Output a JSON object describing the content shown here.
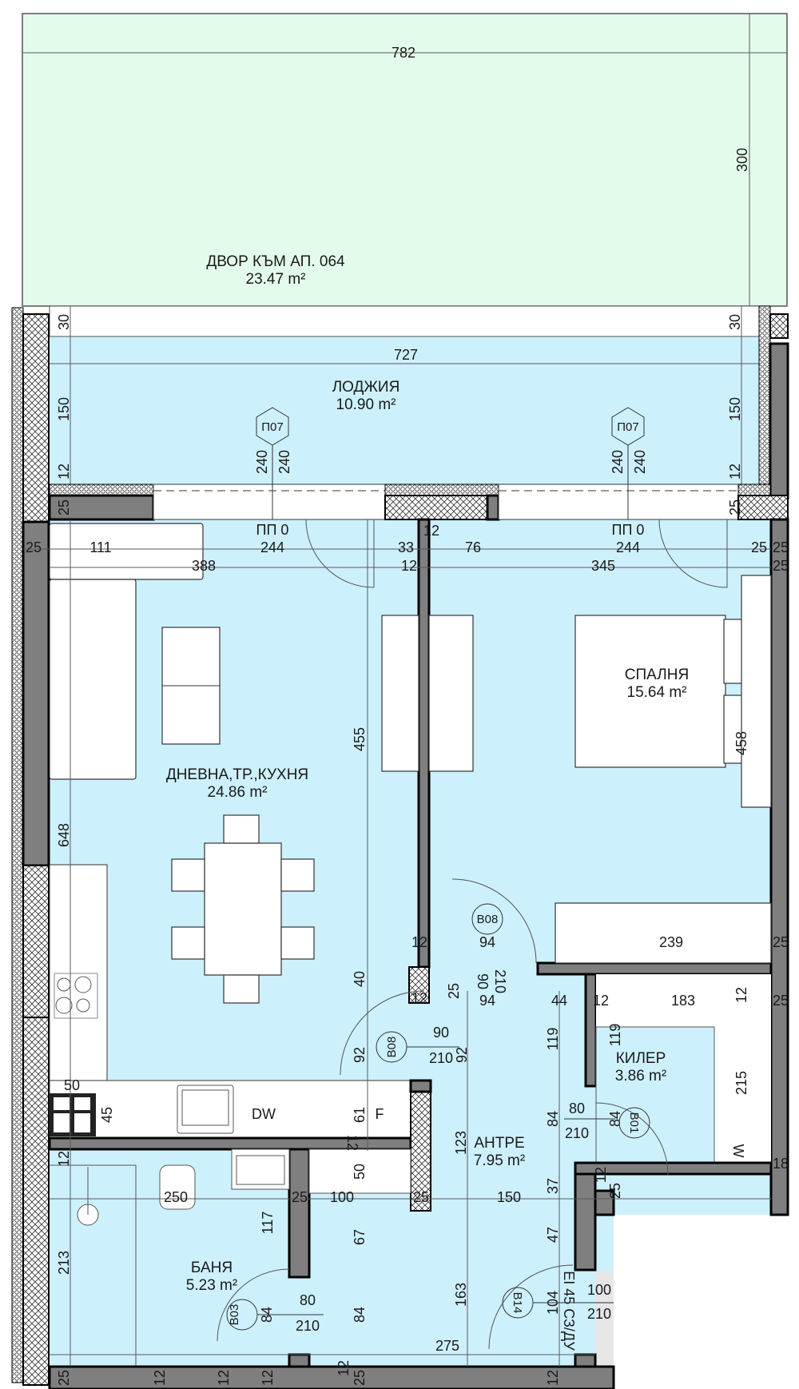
{
  "colors": {
    "room_fill": "#cdf0fd",
    "yard_fill": "#e3fbeb",
    "wall": "#7f7f7f",
    "outline": "#000000",
    "text": "#1a1a1a"
  },
  "rooms": {
    "yard": {
      "name": "ДВОР КЪМ АП. 064",
      "area": "23.47 m²"
    },
    "loggia": {
      "name": "ЛОДЖИЯ",
      "area": "10.90 m²"
    },
    "living": {
      "name": "ДНЕВНА,ТР.,КУХНЯ",
      "area": "24.86 m²"
    },
    "bedroom": {
      "name": "СПАЛНЯ",
      "area": "15.64 m²"
    },
    "storage": {
      "name": "КИЛЕР",
      "area": "3.86 m²"
    },
    "hall": {
      "name": "АНТРЕ",
      "area": "7.95 m²"
    },
    "bath": {
      "name": "БАНЯ",
      "area": "5.23 m²"
    }
  },
  "tags": {
    "window1": "П07",
    "window2": "П07",
    "door_bedroom": "В08",
    "door_living": "В08",
    "door_storage": "В01",
    "door_bath": "В03",
    "door_entry": "В14"
  },
  "labels": {
    "opening1": "ПП 0",
    "opening2": "ПП 0",
    "dishwasher": "DW",
    "fridge": "F",
    "washer": "W",
    "fire_rating": "EI 45 СЗ/ДУ"
  },
  "dims": {
    "yard_w": "782",
    "yard_h": "300",
    "loggia_w": "727",
    "loggia_30a": "30",
    "loggia_30b": "30",
    "loggia_150a": "150",
    "loggia_150b": "150",
    "loggia_12a": "12",
    "loggia_12b": "12",
    "loggia_25a": "25",
    "loggia_25b": "25",
    "win_240a": "240",
    "win_240b": "240",
    "win_240c": "240",
    "win_240d": "240",
    "win_244a": "244",
    "win_244b": "244",
    "d25_left": "25",
    "d111": "111",
    "d388": "388",
    "d33": "33",
    "d12_top": "12",
    "d12_mid": "12",
    "d76": "76",
    "d345": "345",
    "d25_r1": "25",
    "d25_r2": "25",
    "d25_r3": "25",
    "d455": "455",
    "d648": "648",
    "d458": "458",
    "d12_b8a": "12",
    "d94a": "94",
    "d239": "239",
    "d25_r4": "25",
    "d40": "40",
    "d12_b8b": "12",
    "d25_b8": "25",
    "d90_b8": "90",
    "d210_b8": "210",
    "d94b": "94",
    "d44": "44",
    "d12_k": "12",
    "d183": "183",
    "d12_k2": "12",
    "d25_r5": "25",
    "d92a": "92",
    "d90_lv": "90",
    "d210_lv": "210",
    "d92b": "92",
    "d119a": "119",
    "d119b": "119",
    "d215": "215",
    "d50": "50",
    "d45": "45",
    "d61": "61",
    "d12_kit": "12",
    "d123": "123",
    "d84a": "84",
    "d80_k": "80",
    "d210_k": "210",
    "d84b": "84",
    "d18": "18",
    "d12_bath": "12",
    "d250": "250",
    "d50b": "50",
    "d25_c": "25",
    "d100": "100",
    "d25_d": "25",
    "d150": "150",
    "d37": "37",
    "d12_st": "12",
    "d25_st": "25",
    "d117": "117",
    "d67": "67",
    "d47": "47",
    "d213": "213",
    "d84c": "84",
    "d80_b": "80",
    "d210_b": "210",
    "d84d": "84",
    "d163": "163",
    "d104": "104",
    "d100_e": "100",
    "d210_e": "210",
    "d275": "275",
    "d12_bot": "12",
    "b25a": "25",
    "b12a": "12",
    "b12b": "12",
    "b12c": "12",
    "b25b": "25",
    "b12d": "12"
  }
}
